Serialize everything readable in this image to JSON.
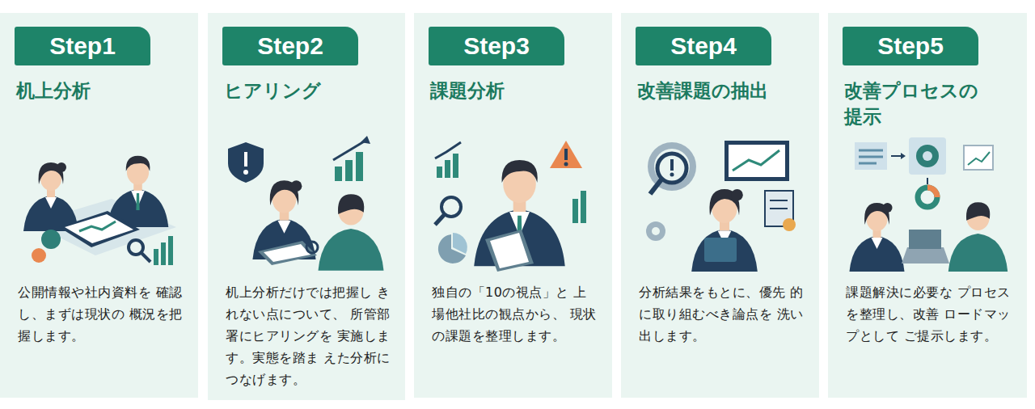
{
  "diagram": {
    "nodes": [
      {
        "text": [
          "机上分析",
          "公開情報や社内資料を 確認し、まずは現状の 概況を把握します。"
        ]
      },
      {
        "text": [
          "Step1"
        ],
        "in": 0
      },
      {
        "text": [
          "ヒアリング",
          "机上分析だけでは把握し きれない点について、 所管部署にヒアリングを 実施します。実態を踏ま えた分析につなげます。"
        ]
      },
      {
        "text": [
          "Step2"
        ],
        "in": 2
      },
      {
        "text": [
          "課題分析",
          "独自の「10の視点」と 上場他社比の観点から、 現状の課題を整理します。"
        ]
      },
      {
        "text": [
          "Step3"
        ],
        "in": 4
      },
      {
        "text": [
          "改善課題の抽出",
          "分析結果をもとに、優先 的に取り組むべき論点を 洗い出します。"
        ]
      },
      {
        "text": [
          "Step4"
        ],
        "in": 6
      },
      {
        "text": [
          "改善プロセスの 提示",
          "課題解決に必要な プロセスを整理し、改善 ロードマップとして ご提示します。"
        ]
      },
      {
        "text": [
          "Step5"
        ],
        "in": 8
      }
    ]
  }
}
